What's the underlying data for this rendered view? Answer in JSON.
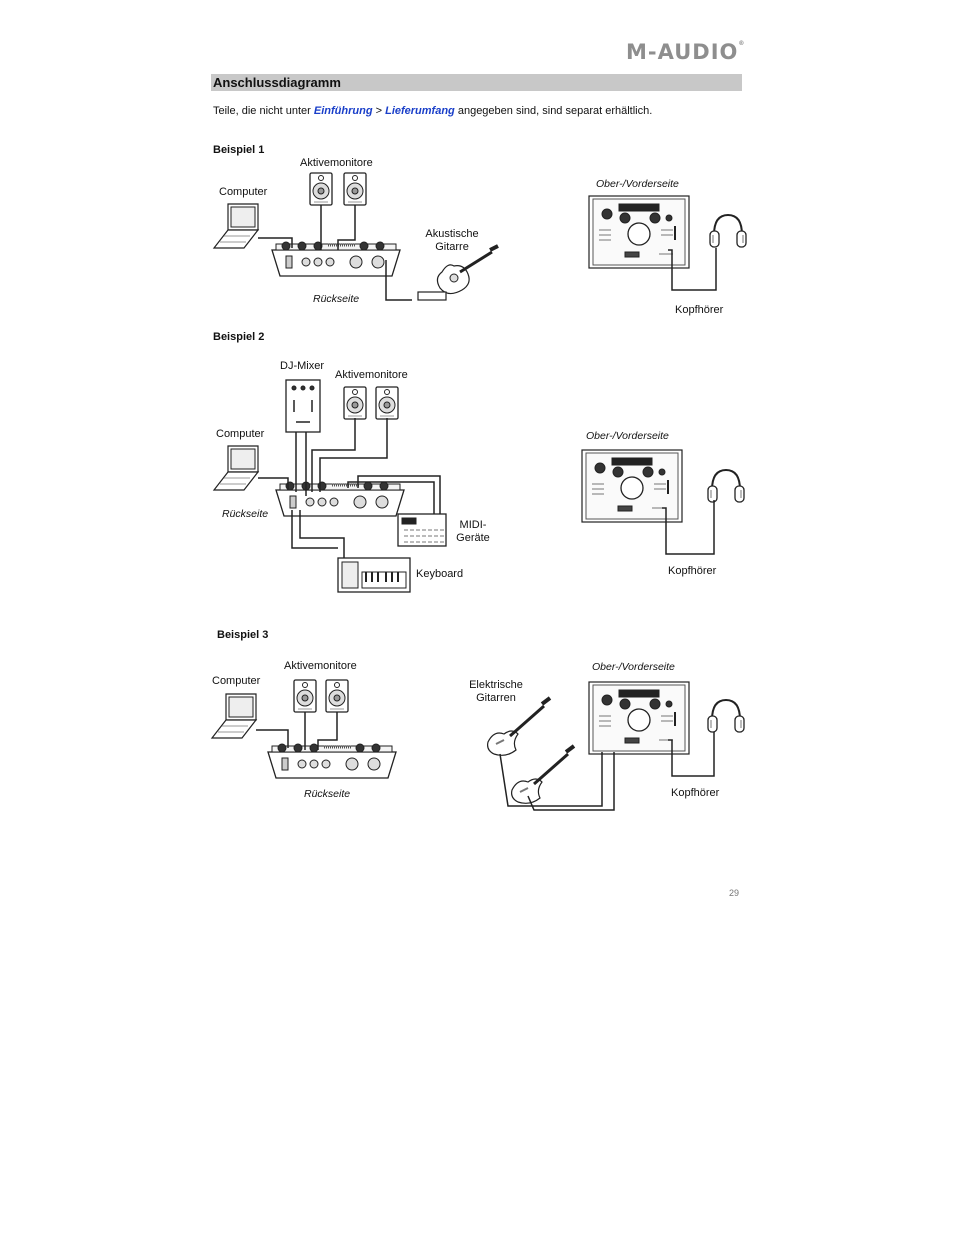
{
  "header": {
    "brand_logo": "M-AUDIO",
    "brand_mark": "®"
  },
  "section": {
    "title": "Anschlussdiagramm"
  },
  "intro": {
    "text_before": "Teile, die nicht unter ",
    "link1": "Einführung",
    "separator": " > ",
    "link2": "Lieferumfang",
    "text_after": " angegeben sind, sind separat erhältlich."
  },
  "examples": [
    {
      "label": "Beispiel 1",
      "labels": {
        "monitors": "Aktivemonitore",
        "computer": "Computer",
        "guitar_line1": "Akustische",
        "guitar_line2": "Gitarre",
        "rear": "Rückseite",
        "front": "Ober-/Vorderseite",
        "headphones": "Kopfhörer"
      }
    },
    {
      "label": "Beispiel 2",
      "labels": {
        "dj_mixer": "DJ-Mixer",
        "monitors": "Aktivemonitore",
        "computer": "Computer",
        "rear": "Rückseite",
        "midi_line1": "MIDI-",
        "midi_line2": "Geräte",
        "keyboard": "Keyboard",
        "front": "Ober-/Vorderseite",
        "headphones": "Kopfhörer"
      }
    },
    {
      "label": "Beispiel 3",
      "labels": {
        "monitors": "Aktivemonitore",
        "computer": "Computer",
        "rear": "Rückseite",
        "guitars_line1": "Elektrische",
        "guitars_line2": "Gitarren",
        "front": "Ober-/Vorderseite",
        "headphones": "Kopfhörer"
      }
    }
  ],
  "footer": {
    "page_number": "29"
  }
}
